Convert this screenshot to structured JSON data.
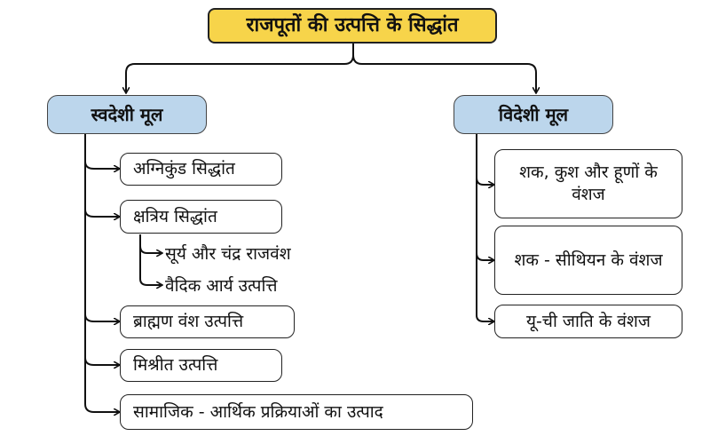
{
  "title": "राजपूतों की उत्पत्ति के सिद्धांत",
  "left": {
    "heading": "स्वदेशी मूल",
    "items": [
      "अग्निकुंड सिद्धांत",
      "क्षत्रिय सिद्धांत",
      "ब्राह्मण वंश उत्पत्ति",
      "मिश्रीत उत्पत्ति",
      "सामाजिक - आर्थिक प्रक्रियाओं का उत्पाद"
    ],
    "sub_items": [
      "सूर्य और चंद्र राजवंश",
      "वैदिक आर्य उत्पत्ति"
    ]
  },
  "right": {
    "heading": "विदेशी मूल",
    "items": [
      "शक, कुश और हूणों के वंशज",
      "शक - सीथियन के वंशज",
      "यू-ची जाति के वंशज"
    ]
  }
}
